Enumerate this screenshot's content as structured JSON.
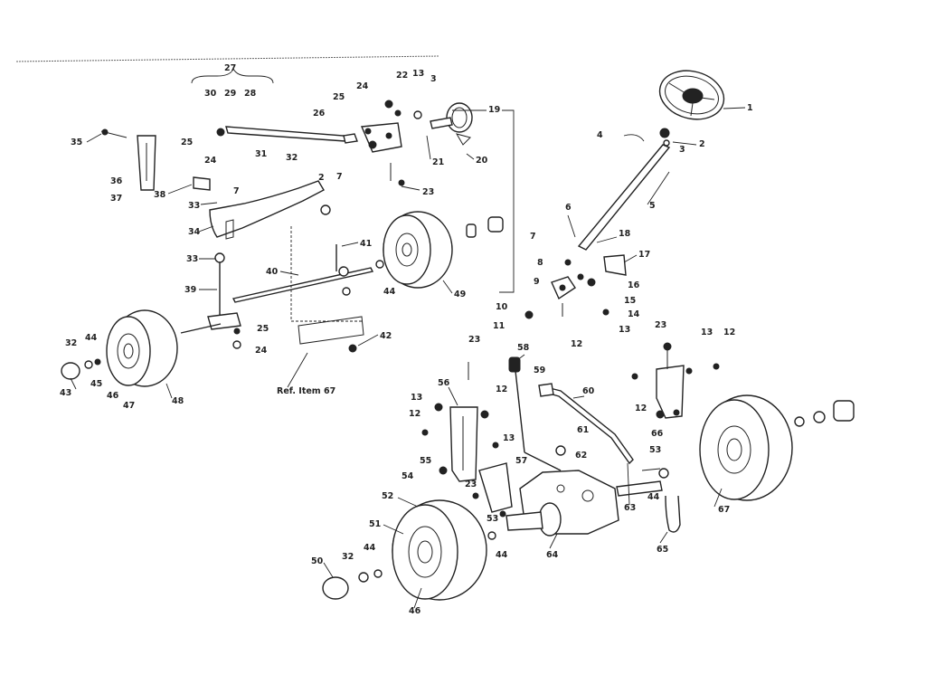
{
  "labels": {
    "l1": "1",
    "l2a": "2",
    "l2b": "2",
    "l3a": "3",
    "l3b": "3",
    "l4": "4",
    "l5": "5",
    "l6": "6",
    "l7a": "7",
    "l7b": "7",
    "l7c": "7",
    "l8": "8",
    "l9": "9",
    "l10": "10",
    "l11": "11",
    "l12a": "12",
    "l12b": "12",
    "l12c": "12",
    "l12d": "12",
    "l12e": "12",
    "l13a": "13",
    "l13b": "13",
    "l13c": "13",
    "l13d": "13",
    "l13e": "13",
    "l14": "14",
    "l15": "15",
    "l16": "16",
    "l17": "17",
    "l18": "18",
    "l19": "19",
    "l20": "20",
    "l21": "21",
    "l22": "22",
    "l23a": "23",
    "l23b": "23",
    "l23c": "23",
    "l23d": "23",
    "l24a": "24",
    "l24b": "24",
    "l24c": "24",
    "l25a": "25",
    "l25b": "25",
    "l25c": "25",
    "l26": "26",
    "l27": "27",
    "l28": "28",
    "l29": "29",
    "l30": "30",
    "l31": "31",
    "l32a": "32",
    "l32b": "32",
    "l32c": "32",
    "l33a": "33",
    "l33b": "33",
    "l34": "34",
    "l35": "35",
    "l36": "36",
    "l37": "37",
    "l38": "38",
    "l39": "39",
    "l40": "40",
    "l41": "41",
    "l42": "42",
    "l43": "43",
    "l44a": "44",
    "l44b": "44",
    "l44c": "44",
    "l44d": "44",
    "l44e": "44",
    "l45": "45",
    "l46a": "46",
    "l46b": "46",
    "l47": "47",
    "l48": "48",
    "l49": "49",
    "l50": "50",
    "l51": "51",
    "l52": "52",
    "l53a": "53",
    "l53b": "53",
    "l54": "54",
    "l55": "55",
    "l56": "56",
    "l57": "57",
    "l58": "58",
    "l59": "59",
    "l60": "60",
    "l61": "61",
    "l62": "62",
    "l63": "63",
    "l64": "64",
    "l65": "65",
    "l66": "66",
    "l67": "67",
    "ref": "Ref. Item 67"
  }
}
